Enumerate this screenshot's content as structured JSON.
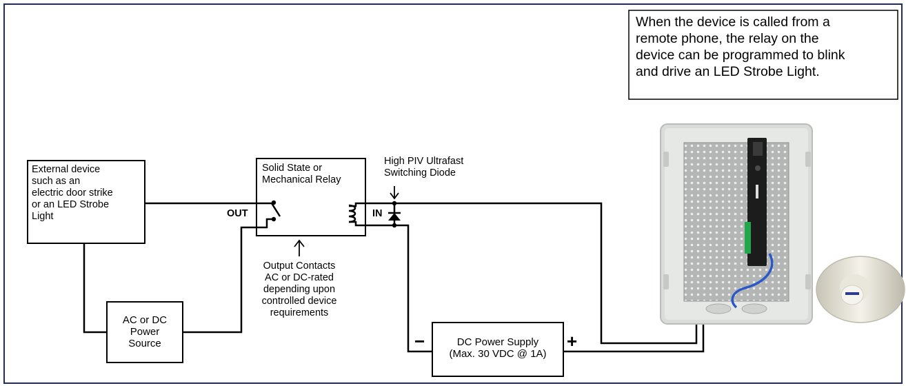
{
  "callout": {
    "text": "When the device is called from a\nremote phone, the relay on the\ndevice can be programmed to blink\nand drive an LED Strobe Light."
  },
  "external_device": {
    "label": "External device\nsuch as an\nelectric door strike\nor an LED Strobe\nLight"
  },
  "relay": {
    "label": "Solid State or\nMechanical Relay",
    "out_label": "OUT",
    "in_label": "IN"
  },
  "diode": {
    "label": "High PIV Ultrafast\nSwitching Diode"
  },
  "output_contacts": {
    "label": "Output Contacts\nAC or DC-rated\ndepending upon\ncontrolled device\nrequirements"
  },
  "power_source": {
    "label": "AC or DC\nPower\nSource"
  },
  "dc_supply": {
    "label": "DC Power Supply\n(Max. 30 VDC @ 1A)",
    "minus": "−",
    "plus": "+"
  },
  "colors": {
    "frame": "#1f2a6b",
    "line": "#000000",
    "enclosure": "#d9dcd9",
    "panel": "#a9acaa",
    "device": "#1c1c1c",
    "cable": "#2b58c9",
    "terminal": "#22a84b"
  },
  "icons": [
    "enclosure-photo",
    "horn-speaker-photo",
    "relay-coil-icon",
    "relay-switch-icon",
    "diode-icon"
  ]
}
